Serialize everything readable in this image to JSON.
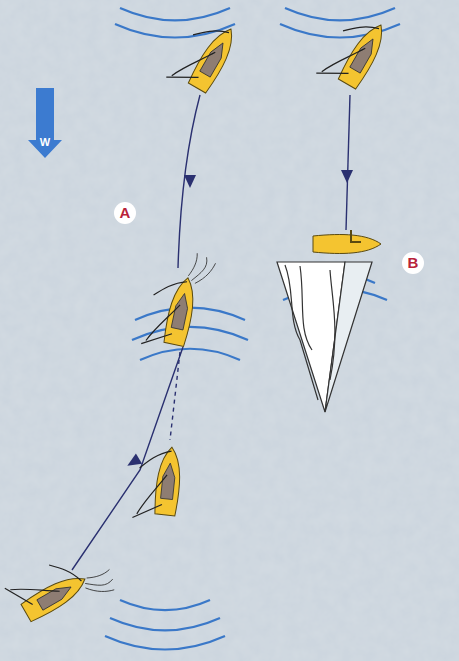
{
  "diagram": {
    "labels": [
      "W",
      "A",
      "B"
    ]
  }
}
